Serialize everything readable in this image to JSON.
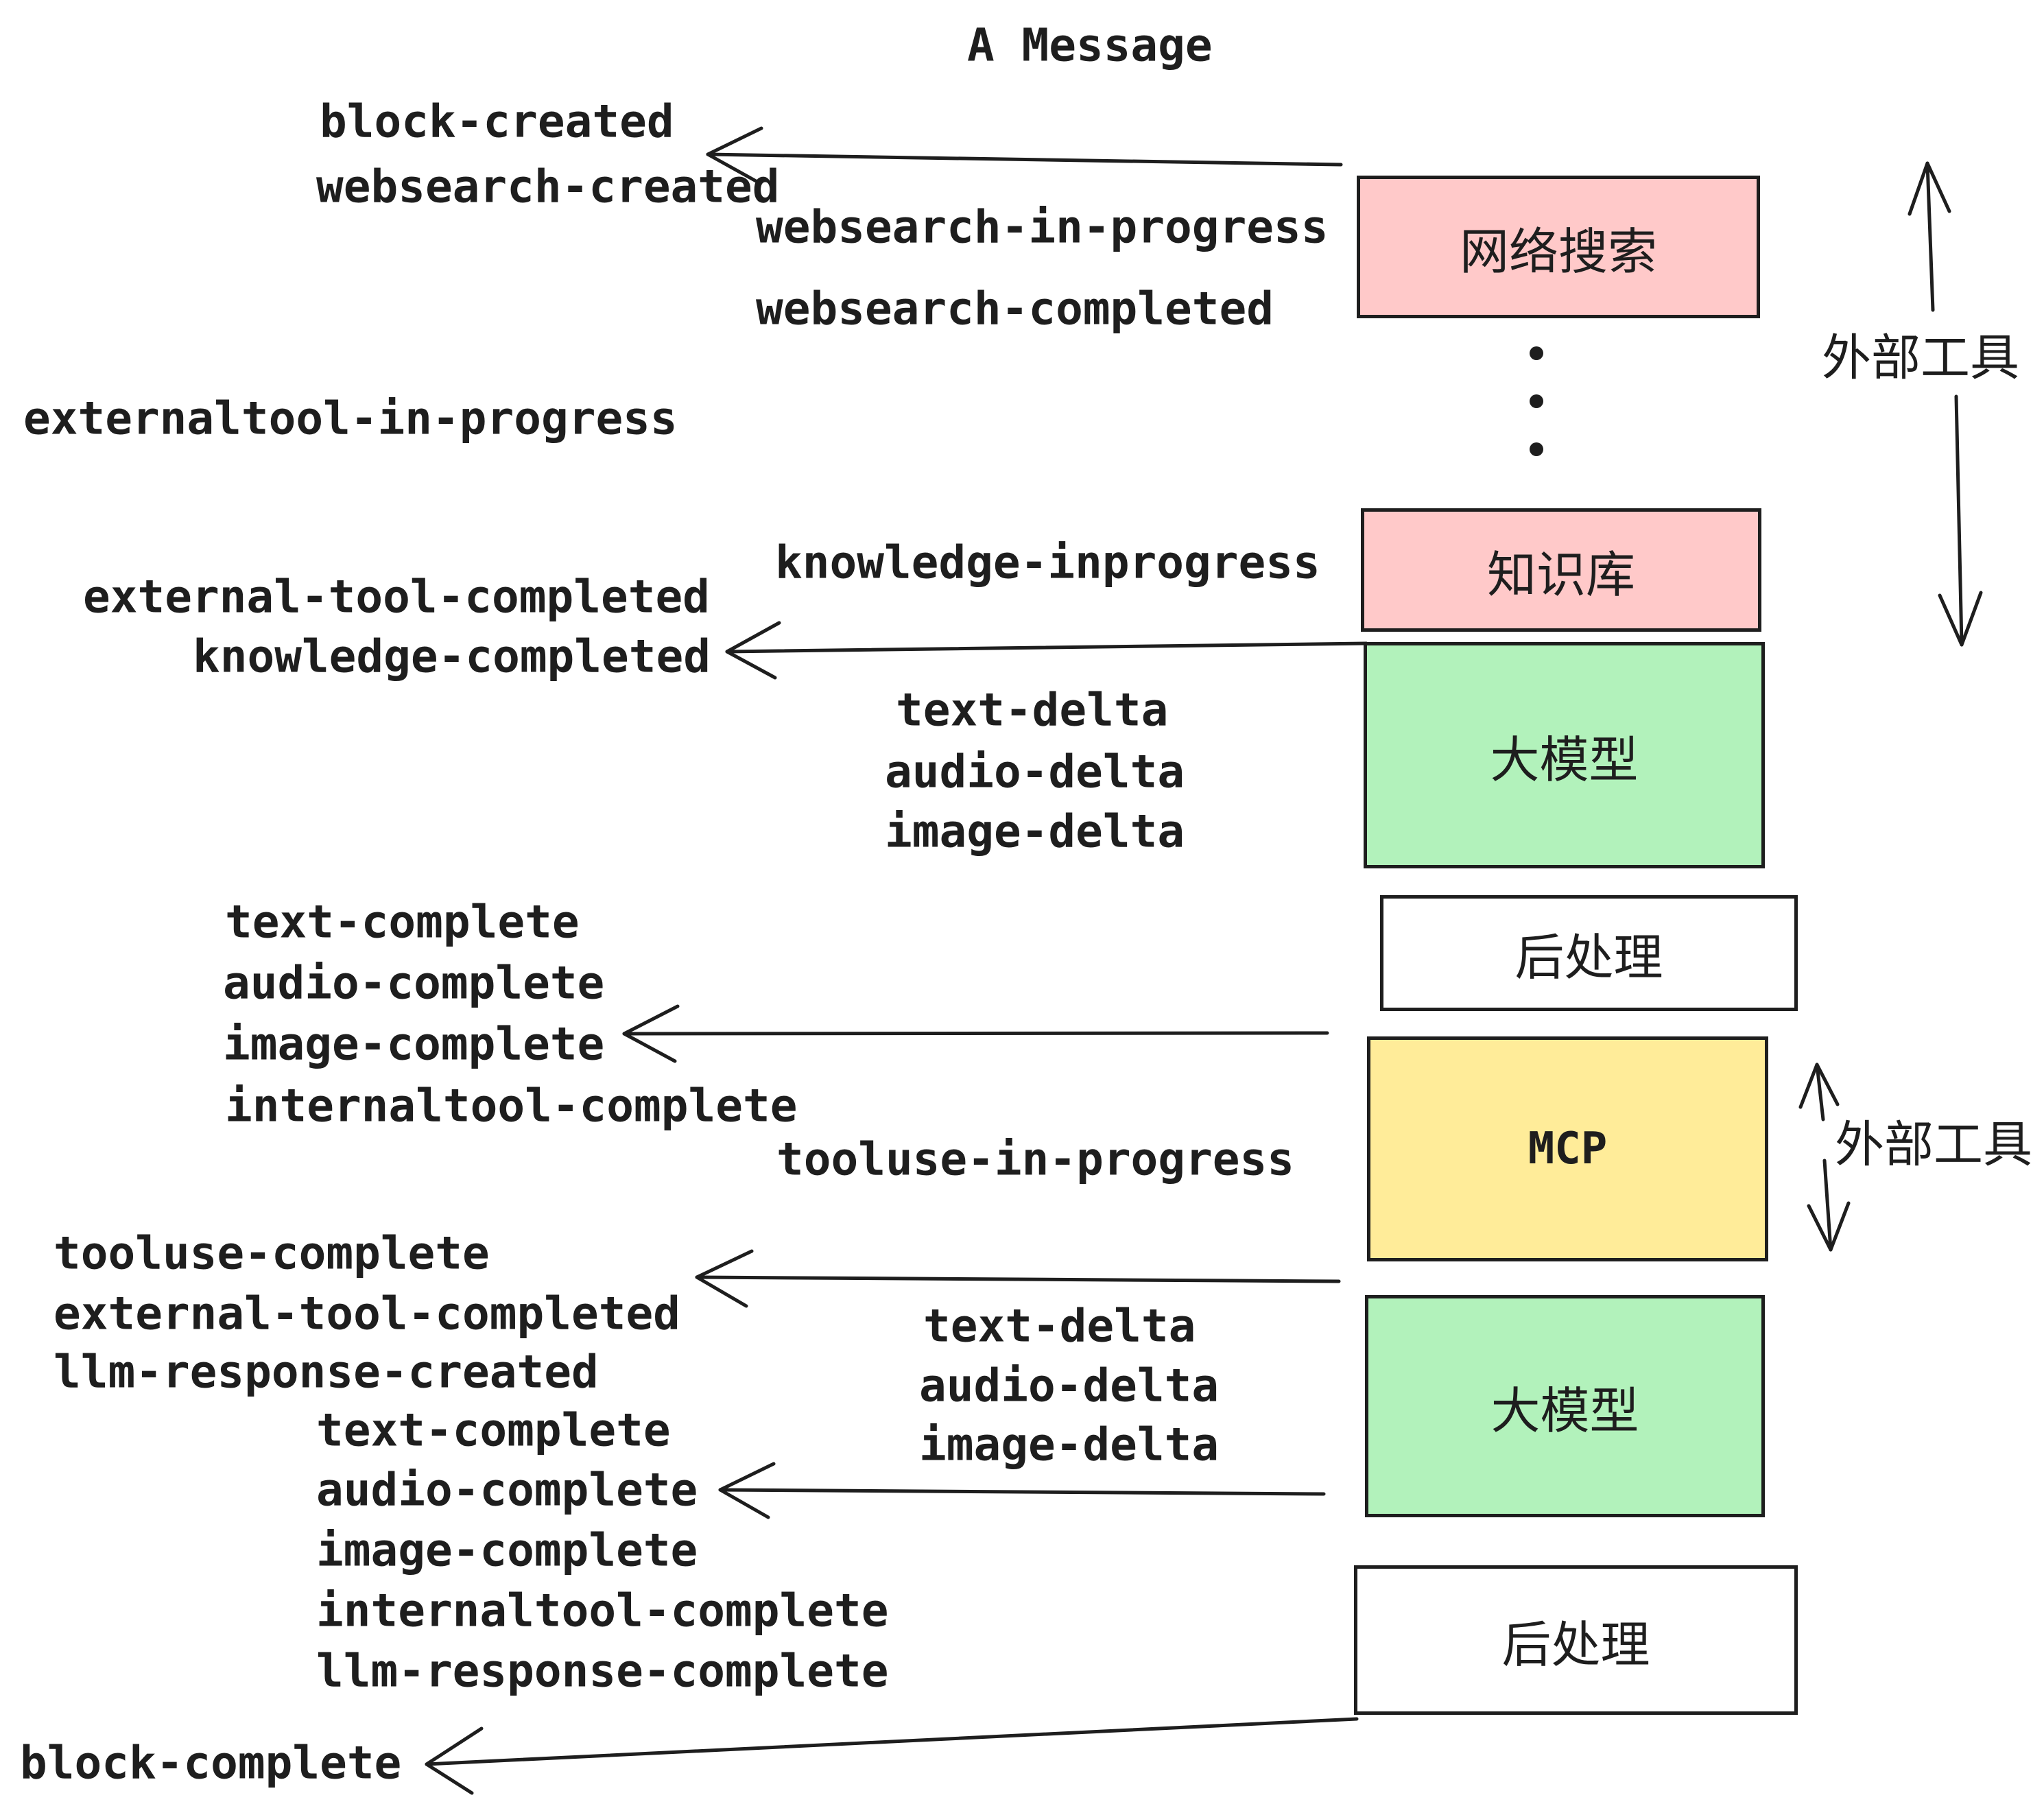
{
  "title": "A Message",
  "colors": {
    "pink": "#FFC9C9",
    "green": "#B2F2BB",
    "yellow": "#FFEC99",
    "white": "#FFFFFF",
    "stroke": "#1E1E1E",
    "background": "#FFFFFF"
  },
  "events": [
    "block-created",
    "websearch-created",
    "websearch-in-progress",
    "websearch-completed",
    "externaltool-in-progress",
    "knowledge-inprogress",
    "external-tool-completed",
    "knowledge-completed",
    "text-delta",
    "audio-delta",
    "image-delta",
    "text-complete",
    "audio-complete",
    "image-complete",
    "internaltool-complete",
    "tooluse-in-progress",
    "tooluse-complete",
    "external-tool-completed",
    "llm-response-created",
    "text-complete",
    "audio-complete",
    "image-complete",
    "internaltool-complete",
    "llm-response-complete",
    "block-complete"
  ],
  "stages": [
    {
      "label": "网络搜索",
      "fill": "#FFC9C9"
    },
    {
      "label": "知识库",
      "fill": "#FFC9C9"
    },
    {
      "label": "大模型",
      "fill": "#B2F2BB"
    },
    {
      "label": "后处理",
      "fill": "#FFFFFF"
    },
    {
      "label": "MCP",
      "fill": "#FFEC99"
    },
    {
      "label": "大模型",
      "fill": "#B2F2BB"
    },
    {
      "label": "后处理",
      "fill": "#FFFFFF"
    }
  ],
  "external_tool_labels": [
    "外部工具",
    "外部工具"
  ],
  "icons": {
    "dots": "vertical-ellipsis",
    "event_arrow": "left-arrow",
    "external_tool_arrows": "up-down-arrows"
  }
}
